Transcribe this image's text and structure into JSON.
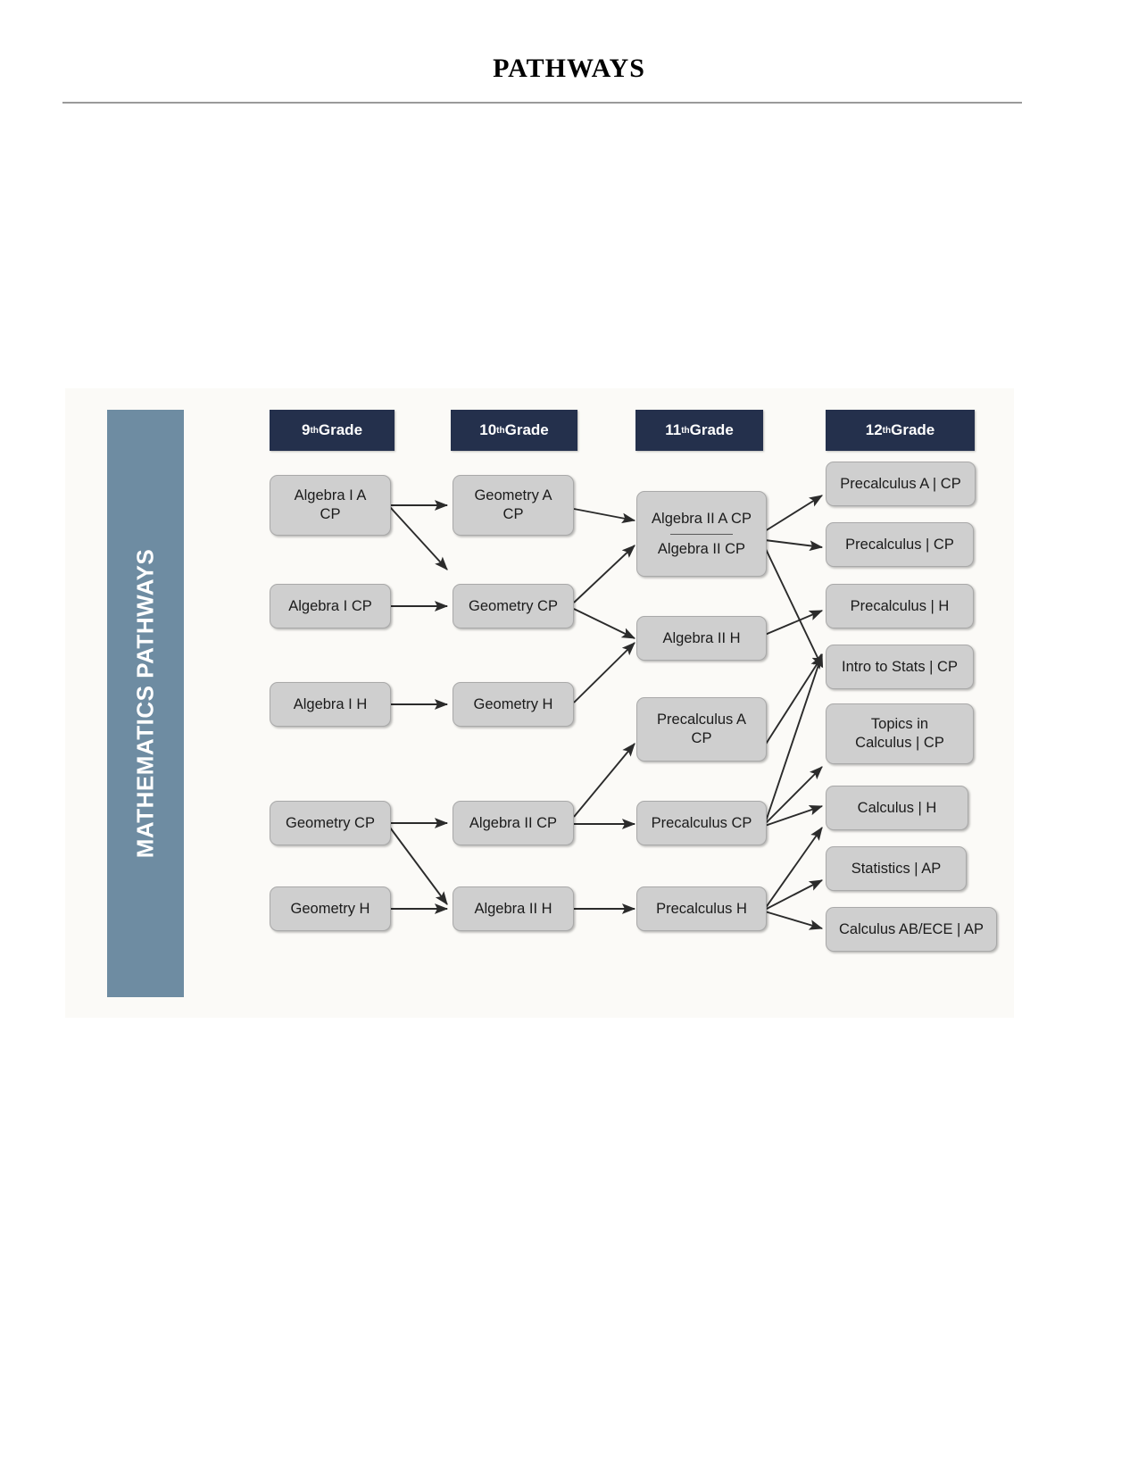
{
  "page": {
    "title": "PATHWAYS"
  },
  "sidebar": {
    "label": "MATHEMATICS PATHWAYS"
  },
  "columns": [
    {
      "grade_number": "9",
      "grade_suffix": "th",
      "grade_label_tail": " Grade"
    },
    {
      "grade_number": "10",
      "grade_suffix": "th",
      "grade_label_tail": " Grade"
    },
    {
      "grade_number": "11",
      "grade_suffix": "th",
      "grade_label_tail": " Grade"
    },
    {
      "grade_number": "12",
      "grade_suffix": "th",
      "grade_label_tail": " Grade"
    }
  ],
  "chart_data": {
    "type": "diagram",
    "title": "Mathematics Pathways",
    "columns": [
      "9th Grade",
      "10th Grade",
      "11th Grade",
      "12th Grade"
    ],
    "nodes": [
      {
        "id": "g9_alg1a_cp",
        "column": 0,
        "label": "Algebra I A CP",
        "lines": [
          "Algebra I A",
          "CP"
        ]
      },
      {
        "id": "g9_alg1_cp",
        "column": 0,
        "label": "Algebra I CP",
        "lines": [
          "Algebra I CP"
        ]
      },
      {
        "id": "g9_alg1_h",
        "column": 0,
        "label": "Algebra I H",
        "lines": [
          "Algebra I H"
        ]
      },
      {
        "id": "g9_geo_cp",
        "column": 0,
        "label": "Geometry CP",
        "lines": [
          "Geometry CP"
        ]
      },
      {
        "id": "g9_geo_h",
        "column": 0,
        "label": "Geometry H",
        "lines": [
          "Geometry H"
        ]
      },
      {
        "id": "g10_geoa_cp",
        "column": 1,
        "label": "Geometry A CP",
        "lines": [
          "Geometry A",
          "CP"
        ]
      },
      {
        "id": "g10_geo_cp",
        "column": 1,
        "label": "Geometry CP",
        "lines": [
          "Geometry CP"
        ]
      },
      {
        "id": "g10_geo_h",
        "column": 1,
        "label": "Geometry H",
        "lines": [
          "Geometry H"
        ]
      },
      {
        "id": "g10_alg2_cp",
        "column": 1,
        "label": "Algebra II CP",
        "lines": [
          "Algebra II CP"
        ]
      },
      {
        "id": "g10_alg2_h",
        "column": 1,
        "label": "Algebra II H",
        "lines": [
          "Algebra II H"
        ]
      },
      {
        "id": "g11_alg2a",
        "column": 2,
        "label": "Algebra II A CP / Algebra II CP",
        "lines": [
          "Algebra II A CP",
          "Algebra II CP"
        ],
        "split": true
      },
      {
        "id": "g11_alg2_h",
        "column": 2,
        "label": "Algebra II H",
        "lines": [
          "Algebra II H"
        ]
      },
      {
        "id": "g11_preca",
        "column": 2,
        "label": "Precalculus A CP",
        "lines": [
          "Precalculus A",
          "CP"
        ]
      },
      {
        "id": "g11_prec_cp",
        "column": 2,
        "label": "Precalculus CP",
        "lines": [
          "Precalculus CP"
        ]
      },
      {
        "id": "g11_prec_h",
        "column": 2,
        "label": "Precalculus H",
        "lines": [
          "Precalculus H"
        ]
      },
      {
        "id": "g12_preca_cp",
        "column": 3,
        "label": "Precalculus A | CP",
        "lines": [
          "Precalculus A | CP"
        ]
      },
      {
        "id": "g12_prec_cp",
        "column": 3,
        "label": "Precalculus | CP",
        "lines": [
          "Precalculus | CP"
        ]
      },
      {
        "id": "g12_prec_h",
        "column": 3,
        "label": "Precalculus | H",
        "lines": [
          "Precalculus | H"
        ]
      },
      {
        "id": "g12_stats_cp",
        "column": 3,
        "label": "Intro to Stats | CP",
        "lines": [
          "Intro to Stats | CP"
        ]
      },
      {
        "id": "g12_topics",
        "column": 3,
        "label": "Topics in Calculus | CP",
        "lines": [
          "Topics in",
          "Calculus | CP"
        ]
      },
      {
        "id": "g12_calc_h",
        "column": 3,
        "label": "Calculus | H",
        "lines": [
          "Calculus | H"
        ]
      },
      {
        "id": "g12_stats_ap",
        "column": 3,
        "label": "Statistics | AP",
        "lines": [
          "Statistics | AP"
        ]
      },
      {
        "id": "g12_calc_ap",
        "column": 3,
        "label": "Calculus AB/ECE | AP",
        "lines": [
          "Calculus AB/ECE | AP"
        ]
      }
    ],
    "edges": [
      {
        "from": "g9_alg1a_cp",
        "to": "g10_geoa_cp"
      },
      {
        "from": "g9_alg1a_cp",
        "to": "g10_geo_cp"
      },
      {
        "from": "g9_alg1_cp",
        "to": "g10_geo_cp"
      },
      {
        "from": "g9_alg1_h",
        "to": "g10_geo_h"
      },
      {
        "from": "g9_geo_cp",
        "to": "g10_alg2_cp"
      },
      {
        "from": "g9_geo_cp",
        "to": "g10_alg2_h"
      },
      {
        "from": "g9_geo_h",
        "to": "g10_alg2_h"
      },
      {
        "from": "g10_geoa_cp",
        "to": "g11_alg2a"
      },
      {
        "from": "g10_geo_cp",
        "to": "g11_alg2a"
      },
      {
        "from": "g10_geo_cp",
        "to": "g11_alg2_h"
      },
      {
        "from": "g10_geo_h",
        "to": "g11_alg2_h"
      },
      {
        "from": "g10_alg2_cp",
        "to": "g11_preca"
      },
      {
        "from": "g10_alg2_cp",
        "to": "g11_prec_cp"
      },
      {
        "from": "g10_alg2_h",
        "to": "g11_prec_h"
      },
      {
        "from": "g11_alg2a",
        "to": "g12_preca_cp"
      },
      {
        "from": "g11_alg2a",
        "to": "g12_prec_cp"
      },
      {
        "from": "g11_alg2a",
        "to": "g12_stats_cp"
      },
      {
        "from": "g11_alg2_h",
        "to": "g12_prec_h"
      },
      {
        "from": "g11_preca",
        "to": "g12_stats_cp"
      },
      {
        "from": "g11_prec_cp",
        "to": "g12_stats_cp"
      },
      {
        "from": "g11_prec_cp",
        "to": "g12_topics"
      },
      {
        "from": "g11_prec_cp",
        "to": "g12_calc_h"
      },
      {
        "from": "g11_prec_h",
        "to": "g12_calc_h"
      },
      {
        "from": "g11_prec_h",
        "to": "g12_stats_ap"
      },
      {
        "from": "g11_prec_h",
        "to": "g12_calc_ap"
      }
    ]
  },
  "colors": {
    "header_navy": "#24304c",
    "sidebar_blue": "#6e8ca2",
    "node_gray": "#cfcfcf",
    "canvas": "#fbfaf7",
    "arrow": "#333333"
  }
}
